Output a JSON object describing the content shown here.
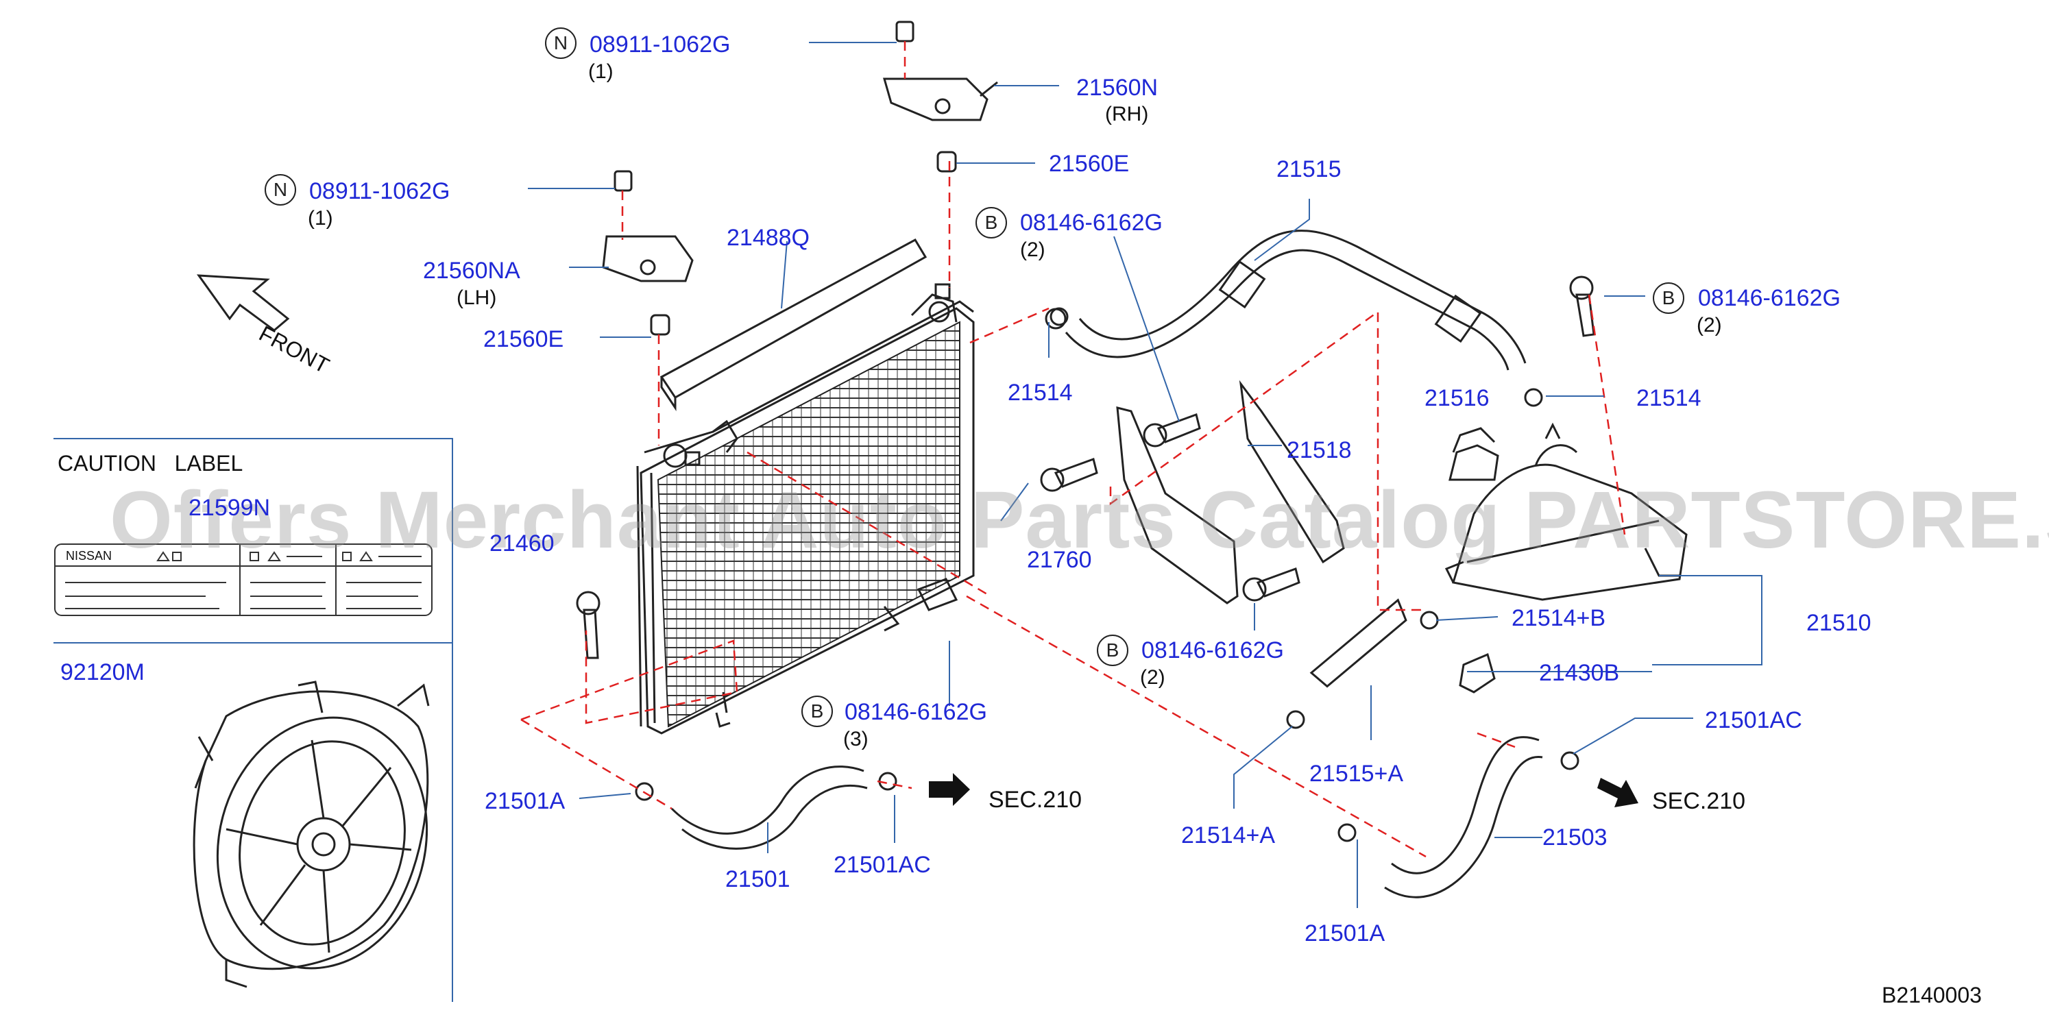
{
  "colors": {
    "callout": "#1f28d6",
    "line": "#222222",
    "dashed": "#e02020",
    "watermark": "#969696"
  },
  "watermark": "Offers Merchant Auto Parts Catalog PARTSTORE.SA",
  "diagram_code": "B2140003",
  "front_label": "FRONT",
  "caution": {
    "title": "CAUTION   LABEL",
    "label_brand": "NISSAN"
  },
  "badges": {
    "n": "N",
    "b": "B"
  },
  "parts": {
    "p08911_a": "08911-1062G",
    "q08911_a": "(1)",
    "p21560n": "21560N",
    "q21560n": "(RH)",
    "p21560e_top": "21560E",
    "p08911_b": "08911-1062G",
    "q08911_b": "(1)",
    "p21488q": "21488Q",
    "p21560na": "21560NA",
    "q21560na": "(LH)",
    "p21560e_left": "21560E",
    "p21599n": "21599N",
    "p21460": "21460",
    "p92120m": "92120M",
    "p08146_a": "08146-6162G",
    "q08146_a": "(2)",
    "p21514_a": "21514",
    "p21760": "21760",
    "p21515": "21515",
    "p21518": "21518",
    "p08146_b": "08146-6162G",
    "q08146_b": "(2)",
    "p08146_c": "08146-6162G",
    "q08146_c": "(2)",
    "p21516": "21516",
    "p21514_b": "21514",
    "p21514pb": "21514+B",
    "p21510": "21510",
    "p21430b": "21430B",
    "p08146_d": "08146-6162G",
    "q08146_d": "(3)",
    "p21501ac_r": "21501AC",
    "p21515pa": "21515+A",
    "p21514pa": "21514+A",
    "p21503": "21503",
    "p21501a_l": "21501A",
    "p21501": "21501",
    "p21501ac_l": "21501AC",
    "p21501a_b": "21501A"
  },
  "sec": {
    "left": "SEC.210",
    "right": "SEC.210"
  }
}
